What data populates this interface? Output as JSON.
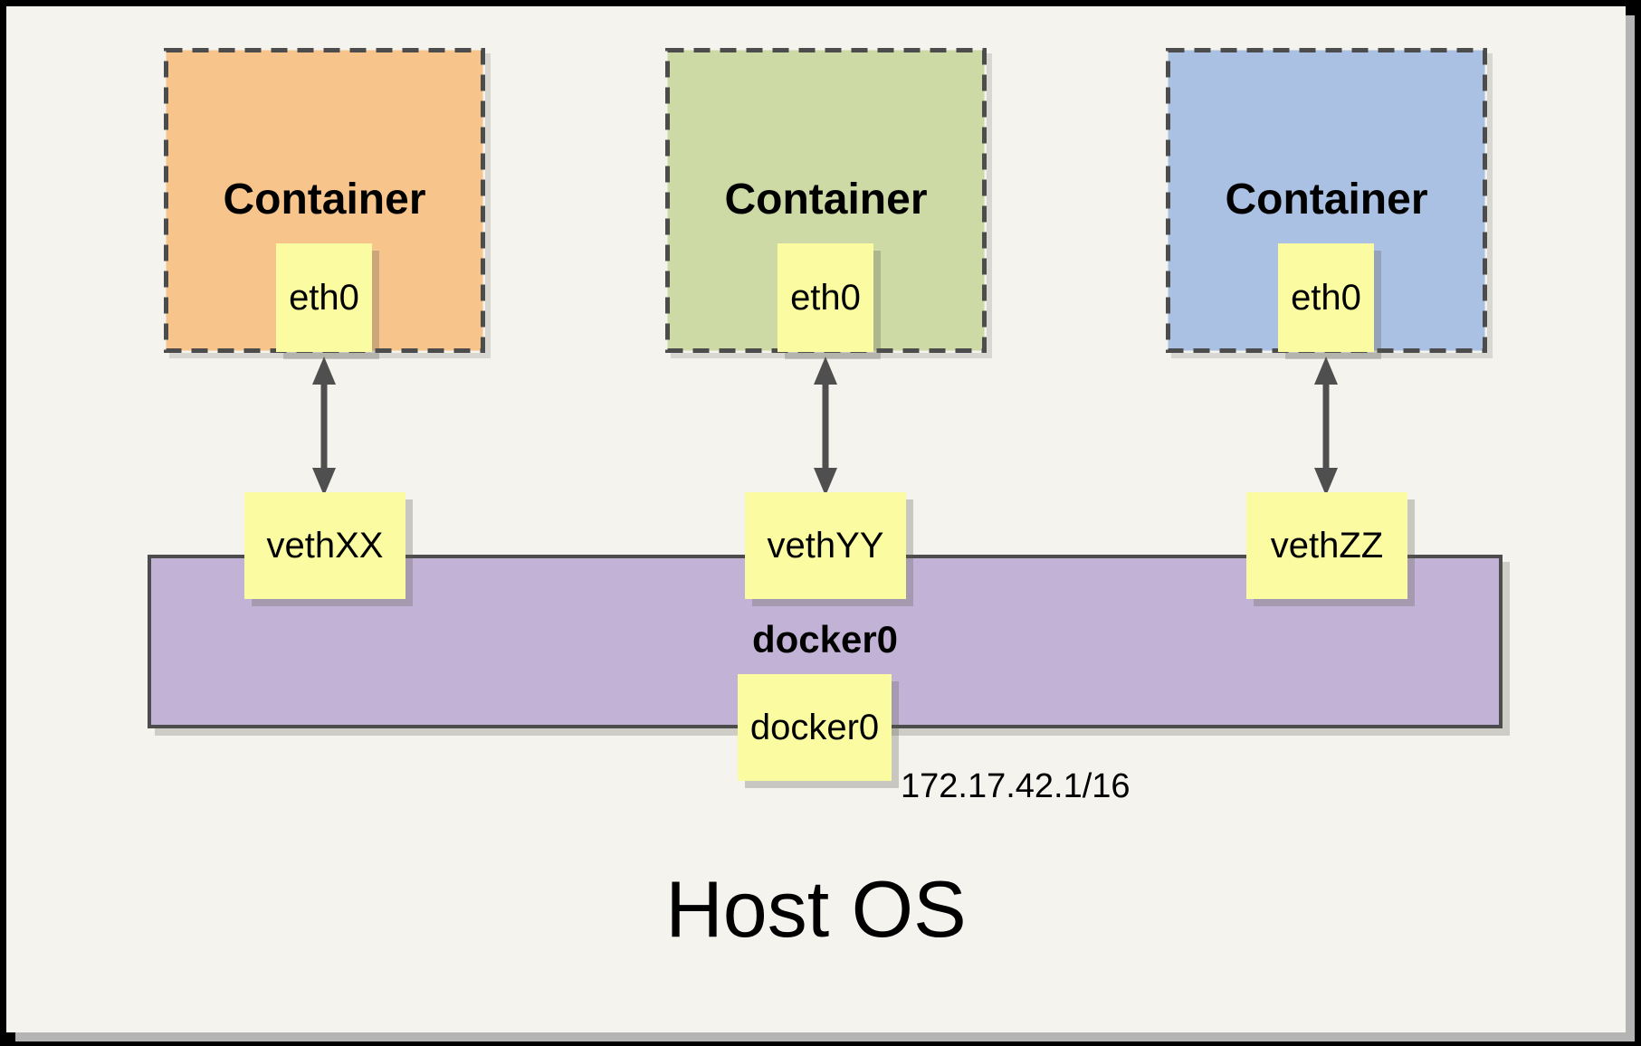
{
  "host": {
    "label": "Host OS"
  },
  "containers": [
    {
      "label": "Container",
      "interface": "eth0",
      "veth": "vethXX",
      "fill": "#f7c48c"
    },
    {
      "label": "Container",
      "interface": "eth0",
      "veth": "vethYY",
      "fill": "#cddaa5"
    },
    {
      "label": "Container",
      "interface": "eth0",
      "veth": "vethZZ",
      "fill": "#aac1e3"
    }
  ],
  "bridge": {
    "label": "docker0",
    "interface": "docker0",
    "ip": "172.17.42.1/16",
    "fill": "#c2b3d6"
  },
  "styles": {
    "canvas_background": "#f4f3ee",
    "frame_color": "#000000",
    "page_shadow_color": "#b4b4b4",
    "note_fill": "#fbfba2",
    "dashed_border_color": "#4c4c4c",
    "arrow_color": "#4f4f4f"
  }
}
